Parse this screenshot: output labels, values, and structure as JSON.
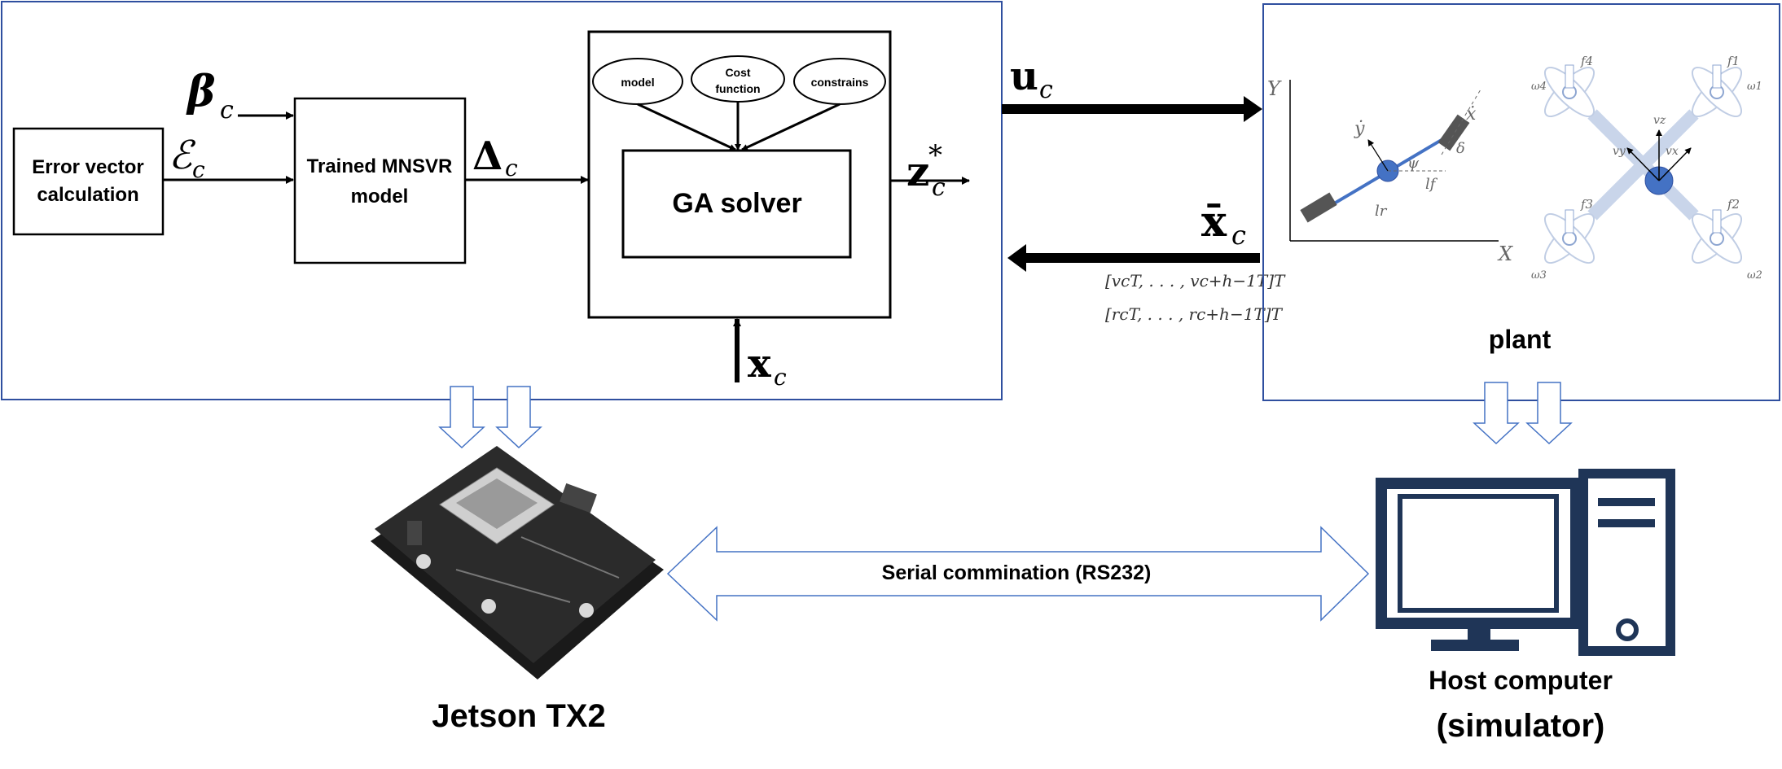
{
  "controller": {
    "error_block": [
      "Error vector",
      "calculation"
    ],
    "mnsvr_block": [
      "Trained MNSVR",
      "model"
    ],
    "ga_inputs": [
      [
        "model"
      ],
      [
        "Cost",
        "function"
      ],
      [
        "constrains"
      ]
    ],
    "ga_solver": "GA solver"
  },
  "symbols": {
    "beta": "β",
    "beta_sub": "c",
    "epsilon": "ℰ",
    "epsilon_sub": "c",
    "delta": "Δ",
    "delta_sub": "c",
    "z": "z",
    "z_sub": "c",
    "z_sup": "*",
    "u": "u",
    "u_sub": "c",
    "xbar": "x̄",
    "xbar_sub": "c",
    "x": "x",
    "x_sub": "c",
    "v_seq": "[vcT, . . . , vc+h−1T]T",
    "r_seq": "[rcT, . . . , rc+h−1T]T"
  },
  "plant": {
    "label": "plant",
    "bicycle": {
      "y_axis": "Y",
      "x_axis": "X",
      "ydot": "ẏ",
      "xdot": "ẋ",
      "delta": "δ",
      "psi": "ψ",
      "lf": "lf",
      "lr": "lr"
    },
    "quad": {
      "f1": "f1",
      "f2": "f2",
      "f3": "f3",
      "f4": "f4",
      "w1": "ω1",
      "w2": "ω2",
      "w3": "ω3",
      "w4": "ω4",
      "vx": "vx",
      "vy": "vy",
      "vz": "vz"
    }
  },
  "hardware": {
    "jetson_label": "Jetson TX2",
    "host_label_1": "Host computer",
    "host_label_2": "(simulator)",
    "serial_label": "Serial commination (RS232)"
  },
  "colors": {
    "frame_blue": "#2f4f9f",
    "arrow_fill": "#ffffff",
    "arrow_stroke": "#4472c4",
    "computer_navy": "#1f3557",
    "plant_blue": "#4472c4"
  }
}
